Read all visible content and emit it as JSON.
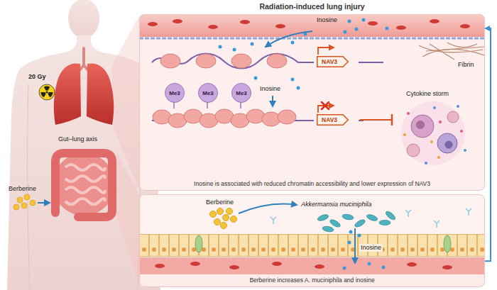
{
  "diagram": {
    "title": "Radiation-induced lung injury",
    "nodes": [
      {
        "text": [
          "Inosine is associated with reduced chromatin accessibility and lower expression of NAV3"
        ]
      },
      {
        "text": [
          "NAV3"
        ],
        "in": 0
      },
      {
        "text": [
          "Me3"
        ],
        "in": 0
      },
      {
        "text": [
          "Me3"
        ],
        "in": 0
      },
      {
        "text": [
          "Me3"
        ],
        "in": 0
      },
      {
        "text": [
          "NAV3"
        ],
        "in": 0
      },
      {
        "text": [
          "Berberine increases A. muciniphila and inosine"
        ]
      }
    ],
    "edges": [
      {
        "from": 6,
        "to": 0,
        "arrow": "to"
      }
    ],
    "labels": [
      "20 Gy",
      "Gut–lung axis",
      "Berberine",
      "Inosine",
      "Inosine",
      "Fibrin",
      "Cytokine storm",
      "Berberine",
      "Akkermansia muciniphila",
      "Inosine"
    ]
  }
}
